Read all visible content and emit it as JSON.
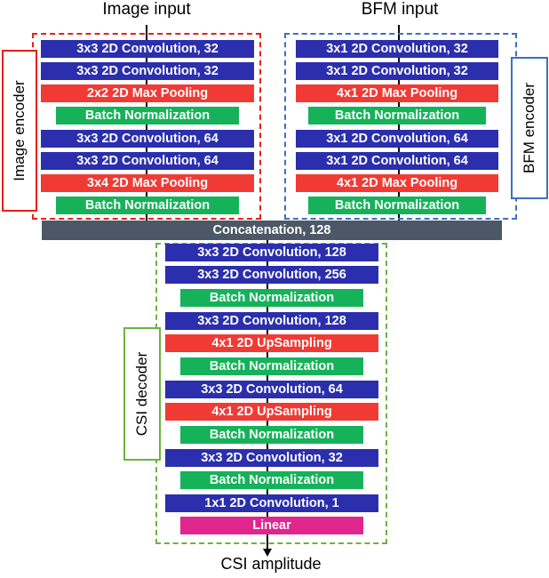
{
  "captions": {
    "image_input": "Image input",
    "bfm_input": "BFM input",
    "output": "CSI amplitude"
  },
  "side_labels": {
    "image_encoder": "Image encoder",
    "bfm_encoder": "BFM encoder",
    "csi_decoder": "CSI decoder"
  },
  "image_encoder": {
    "layers": [
      {
        "label": "3x3 2D Convolution, 32",
        "kind": "conv"
      },
      {
        "label": "3x3 2D Convolution, 32",
        "kind": "conv"
      },
      {
        "label": "2x2 2D Max Pooling",
        "kind": "pool"
      },
      {
        "label": "Batch Normalization",
        "kind": "bn"
      },
      {
        "label": "3x3 2D Convolution, 64",
        "kind": "conv"
      },
      {
        "label": "3x3 2D Convolution, 64",
        "kind": "conv"
      },
      {
        "label": "3x4 2D Max Pooling",
        "kind": "pool"
      },
      {
        "label": "Batch Normalization",
        "kind": "bn"
      }
    ]
  },
  "bfm_encoder": {
    "layers": [
      {
        "label": "3x1 2D Convolution, 32",
        "kind": "conv"
      },
      {
        "label": "3x1 2D Convolution, 32",
        "kind": "conv"
      },
      {
        "label": "4x1 2D Max Pooling",
        "kind": "pool"
      },
      {
        "label": "Batch Normalization",
        "kind": "bn"
      },
      {
        "label": "3x1 2D Convolution, 64",
        "kind": "conv"
      },
      {
        "label": "3x1 2D Convolution, 64",
        "kind": "conv"
      },
      {
        "label": "4x1 2D Max Pooling",
        "kind": "pool"
      },
      {
        "label": "Batch Normalization",
        "kind": "bn"
      }
    ]
  },
  "concatenation": {
    "label": "Concatenation, 128"
  },
  "csi_decoder": {
    "layers": [
      {
        "label": "3x3 2D Convolution, 128",
        "kind": "conv"
      },
      {
        "label": "3x3 2D Convolution, 256",
        "kind": "conv"
      },
      {
        "label": "Batch Normalization",
        "kind": "bn"
      },
      {
        "label": "3x3 2D Convolution, 128",
        "kind": "conv"
      },
      {
        "label": "4x1 2D UpSampling",
        "kind": "pool"
      },
      {
        "label": "Batch Normalization",
        "kind": "bn"
      },
      {
        "label": "3x3 2D Convolution, 64",
        "kind": "conv"
      },
      {
        "label": "4x1 2D UpSampling",
        "kind": "pool"
      },
      {
        "label": "Batch Normalization",
        "kind": "bn"
      },
      {
        "label": "3x3 2D Convolution, 32",
        "kind": "conv"
      },
      {
        "label": "Batch Normalization",
        "kind": "bn"
      },
      {
        "label": "1x1 2D Convolution, 1",
        "kind": "conv"
      },
      {
        "label": "Linear",
        "kind": "lin"
      }
    ]
  },
  "colors": {
    "conv": "#2b2fad",
    "pool": "#f23a35",
    "bn": "#16b25a",
    "linear": "#e0268c",
    "concat": "#4d5866",
    "image_encoder_border": "#e8201c",
    "bfm_encoder_border": "#3d6fc4",
    "csi_decoder_border": "#6cb33f"
  }
}
